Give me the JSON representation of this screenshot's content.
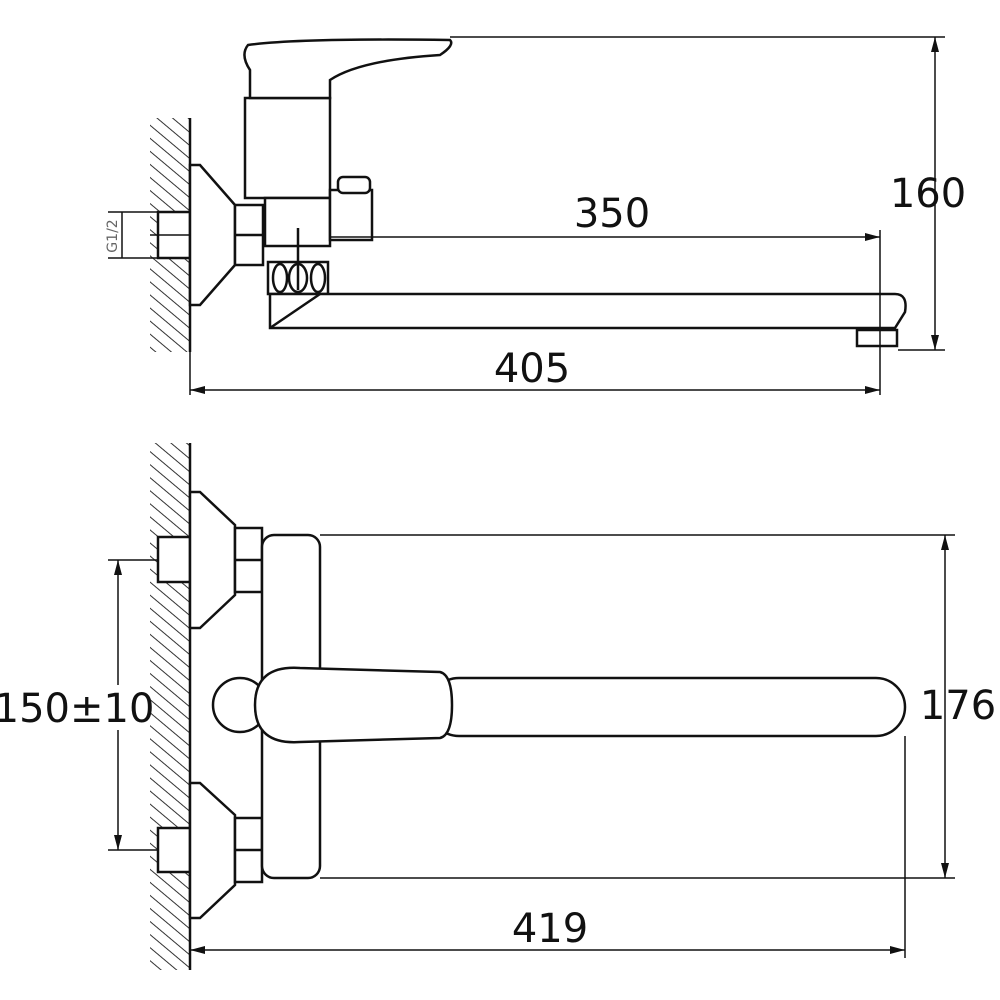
{
  "drawing": {
    "side_view": {
      "height_label": "160",
      "spout_reach_label": "350",
      "total_length_label": "405",
      "thread_label": "G1/2"
    },
    "top_view": {
      "width_label": "176",
      "total_length_label": "419",
      "inlet_spacing_label": "150±10"
    }
  }
}
